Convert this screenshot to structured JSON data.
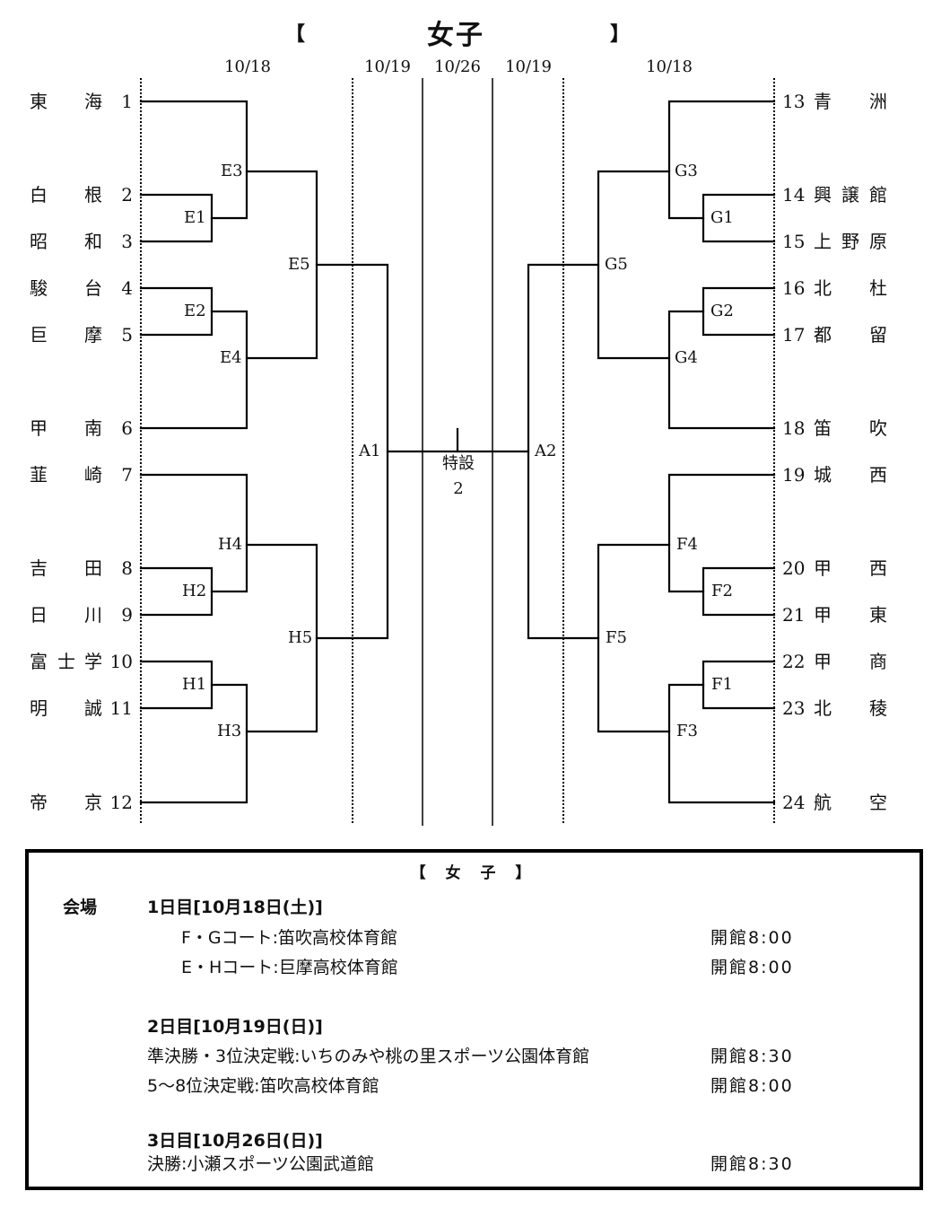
{
  "header": {
    "bracket_open": "【",
    "title": "女子",
    "bracket_close": "】"
  },
  "dates": {
    "left_r1": "10/18",
    "left_semi": "10/19",
    "final": "10/26",
    "right_semi": "10/19",
    "right_r1": "10/18"
  },
  "left_teams": [
    {
      "seed": "1",
      "chars": [
        "東",
        "",
        "海"
      ]
    },
    {
      "seed": "2",
      "chars": [
        "白",
        "",
        "根"
      ]
    },
    {
      "seed": "3",
      "chars": [
        "昭",
        "",
        "和"
      ]
    },
    {
      "seed": "4",
      "chars": [
        "駿",
        "",
        "台"
      ]
    },
    {
      "seed": "5",
      "chars": [
        "巨",
        "",
        "摩"
      ]
    },
    {
      "seed": "6",
      "chars": [
        "甲",
        "",
        "南"
      ]
    },
    {
      "seed": "7",
      "chars": [
        "韮",
        "",
        "崎"
      ]
    },
    {
      "seed": "8",
      "chars": [
        "吉",
        "",
        "田"
      ]
    },
    {
      "seed": "9",
      "chars": [
        "日",
        "",
        "川"
      ]
    },
    {
      "seed": "10",
      "chars": [
        "富",
        "士",
        "学"
      ]
    },
    {
      "seed": "11",
      "chars": [
        "明",
        "",
        "誠"
      ]
    },
    {
      "seed": "12",
      "chars": [
        "帝",
        "",
        "京"
      ]
    }
  ],
  "right_teams": [
    {
      "seed": "13",
      "chars": [
        "青",
        "",
        "洲"
      ]
    },
    {
      "seed": "14",
      "chars": [
        "興",
        "譲",
        "館"
      ]
    },
    {
      "seed": "15",
      "chars": [
        "上",
        "野",
        "原"
      ]
    },
    {
      "seed": "16",
      "chars": [
        "北",
        "",
        "杜"
      ]
    },
    {
      "seed": "17",
      "chars": [
        "都",
        "",
        "留"
      ]
    },
    {
      "seed": "18",
      "chars": [
        "笛",
        "",
        "吹"
      ]
    },
    {
      "seed": "19",
      "chars": [
        "城",
        "",
        "西"
      ]
    },
    {
      "seed": "20",
      "chars": [
        "甲",
        "",
        "西"
      ]
    },
    {
      "seed": "21",
      "chars": [
        "甲",
        "",
        "東"
      ]
    },
    {
      "seed": "22",
      "chars": [
        "甲",
        "",
        "商"
      ]
    },
    {
      "seed": "23",
      "chars": [
        "北",
        "",
        "稜"
      ]
    },
    {
      "seed": "24",
      "chars": [
        "航",
        "",
        "空"
      ]
    }
  ],
  "matches": {
    "E1": "E1",
    "E2": "E2",
    "E3": "E3",
    "E4": "E4",
    "E5": "E5",
    "H1": "H1",
    "H2": "H2",
    "H3": "H3",
    "H4": "H4",
    "H5": "H5",
    "G1": "G1",
    "G2": "G2",
    "G3": "G3",
    "G4": "G4",
    "G5": "G5",
    "F1": "F1",
    "F2": "F2",
    "F3": "F3",
    "F4": "F4",
    "F5": "F5",
    "A1": "A1",
    "A2": "A2"
  },
  "final_venue": {
    "line1": "特設",
    "line2": "2"
  },
  "info": {
    "title": "【 女 子 】",
    "venue_label": "会場",
    "day1": {
      "heading": "1日目[10月18日(土)]",
      "rows": [
        {
          "text": "F・Gコート:笛吹高校体育館",
          "time": "開館8:00"
        },
        {
          "text": "E・Hコート:巨摩高校体育館",
          "time": "開館8:00"
        }
      ]
    },
    "day2": {
      "heading": "2日目[10月19日(日)]",
      "rows": [
        {
          "text": "準決勝・3位決定戦:いちのみや桃の里スポーツ公園体育館",
          "time": "開館8:30"
        },
        {
          "text": "5～8位決定戦:笛吹高校体育館",
          "time": "開館8:00"
        }
      ]
    },
    "day3": {
      "heading": "3日目[10月26日(日)]",
      "rows": [
        {
          "text": "決勝:小瀬スポーツ公園武道館",
          "time": "開館8:30"
        }
      ]
    }
  }
}
